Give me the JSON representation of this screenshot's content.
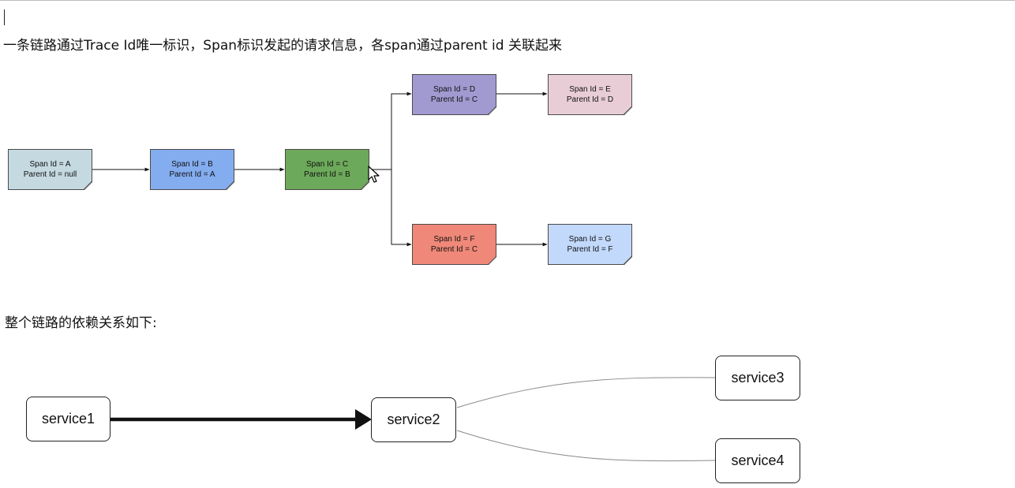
{
  "intro_text": "一条链路通过Trace Id唯一标识，Span标识发起的请求信息，各span通过parent id 关联起来",
  "deps_heading": "整个链路的依赖关系如下:",
  "span_tree": {
    "spans": [
      {
        "id": "A",
        "line1": "Span Id = A",
        "line2": "Parent Id = null",
        "color": "#c5d9e1"
      },
      {
        "id": "B",
        "line1": "Span Id = B",
        "line2": "Parent Id = A",
        "color": "#84adf0"
      },
      {
        "id": "C",
        "line1": "Span Id = C",
        "line2": "Parent Id = B",
        "color": "#6da95a"
      },
      {
        "id": "D",
        "line1": "Span Id = D",
        "line2": "Parent Id = C",
        "color": "#a19ad0"
      },
      {
        "id": "E",
        "line1": "Span Id = E",
        "line2": "Parent Id = D",
        "color": "#e8cdd7"
      },
      {
        "id": "F",
        "line1": "Span Id = F",
        "line2": "Parent Id = C",
        "color": "#ef8878"
      },
      {
        "id": "G",
        "line1": "Span Id = G",
        "line2": "Parent Id = F",
        "color": "#c2d9fb"
      }
    ],
    "edges": [
      [
        "A",
        "B"
      ],
      [
        "B",
        "C"
      ],
      [
        "C",
        "D"
      ],
      [
        "D",
        "E"
      ],
      [
        "C",
        "F"
      ],
      [
        "F",
        "G"
      ]
    ]
  },
  "dependency_graph": {
    "nodes": [
      {
        "id": "service1",
        "label": "service1"
      },
      {
        "id": "service2",
        "label": "service2"
      },
      {
        "id": "service3",
        "label": "service3"
      },
      {
        "id": "service4",
        "label": "service4"
      }
    ],
    "edges": [
      {
        "from": "service1",
        "to": "service2",
        "style": "thick-arrow"
      },
      {
        "from": "service2",
        "to": "service3",
        "style": "thin-curve"
      },
      {
        "from": "service2",
        "to": "service4",
        "style": "thin-curve"
      }
    ]
  },
  "icons": [
    "mouse-pointer-icon"
  ]
}
